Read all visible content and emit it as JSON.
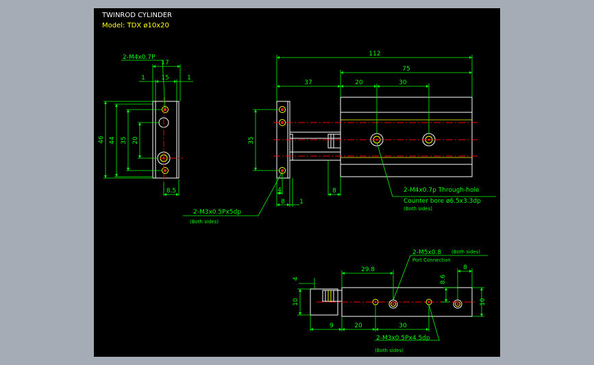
{
  "title_block": {
    "title": "TWINROD CYLINDER",
    "model": "Model: TDX ø10x20"
  },
  "colors": {
    "background": "#000000",
    "frame": "#a5acb5",
    "outline": "#ffffff",
    "dimension": "#00ff00",
    "centerline": "#ff0000",
    "hole": "#ffff00",
    "title_accent": "#ffff00"
  },
  "dimensions": {
    "total_length": "112",
    "body_length": "75",
    "rod_extension": "37",
    "port_offset": "20",
    "port_pitch": "30",
    "end_width": "17",
    "end_inner": "15",
    "end_lip_left": "1",
    "end_lip_right": "1",
    "height_total": "46",
    "height_plate": "44",
    "hole_pitch_v": "35",
    "hole_pitch_inner": "20",
    "bottom_offset": "8.5",
    "side_hole_pitch": "35",
    "plate_thk": "4",
    "plate_8": "8",
    "rod_8": "8",
    "gap_1": "1",
    "bottom_29_8": "29.8",
    "bottom_8_6": "8.6",
    "bottom_8": "8",
    "bottom_4": "4",
    "bottom_10_left": "10",
    "bottom_10_right": "10",
    "bottom_9": "9",
    "bottom_20": "20",
    "bottom_30": "30"
  },
  "callouts": {
    "m4_top": "2-M4x0.7P",
    "m3_side": "2-M3x0.5Px5dp",
    "m3_side_note": "(Both sides)",
    "m4_through": "2-M4x0.7p Through-hole",
    "counter_bore": "Counter bore ø6.5x3.3dp",
    "counter_bore_note": "(Both sides)",
    "m5_port": "2-M5x0.8",
    "m5_port_note": "(Both sides)",
    "port_connection": "Port Connection",
    "m3_bottom": "2-M3x0.5Px4.5dp",
    "m3_bottom_note": "(Both sides)"
  }
}
